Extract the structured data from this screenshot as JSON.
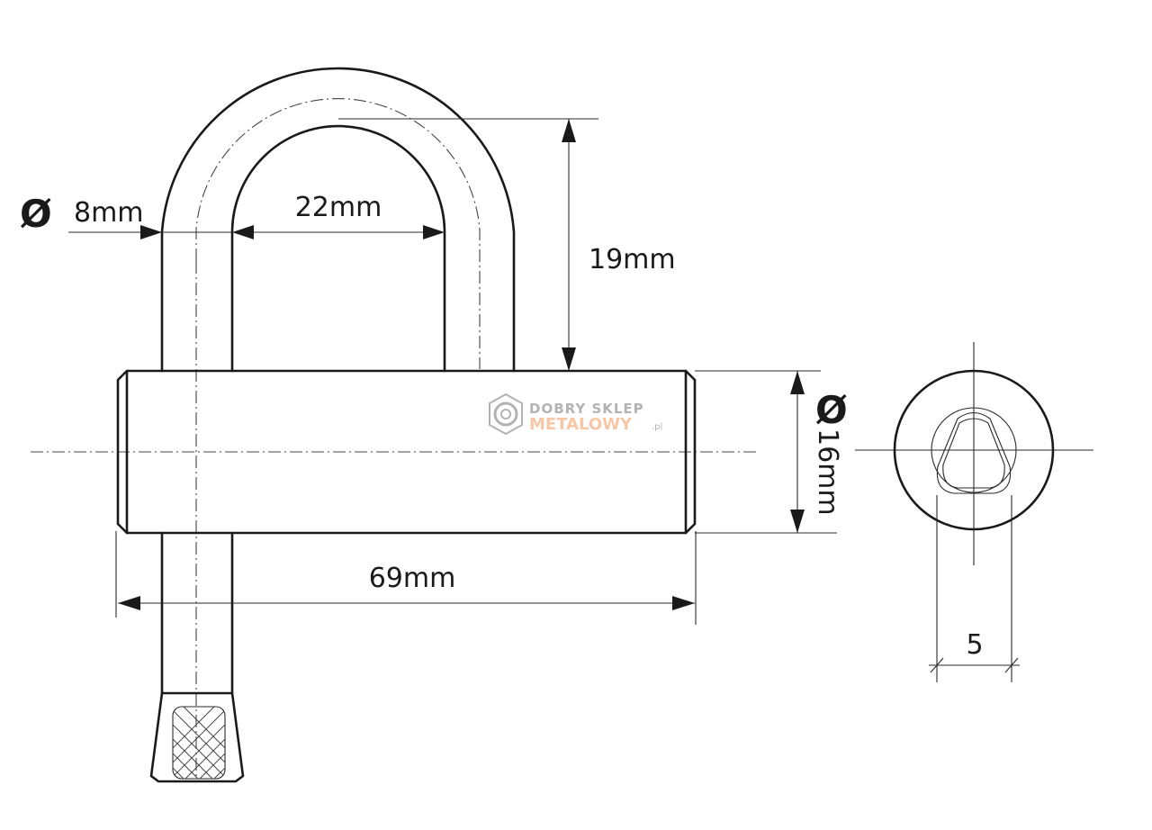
{
  "dimensions": {
    "wire_diameter_symbol": "Ø",
    "wire_diameter": "8mm",
    "inner_width": "22mm",
    "shackle_height": "19mm",
    "body_diameter_symbol": "Ø",
    "body_diameter": "16mm",
    "body_length": "69mm",
    "key_socket": "5"
  },
  "watermark": {
    "line1": "DOBRY SKLEP",
    "line2": "METALOWY",
    "suffix": ".pl",
    "color_dark": "#9a9a9a",
    "color_accent": "#f5b48a"
  }
}
